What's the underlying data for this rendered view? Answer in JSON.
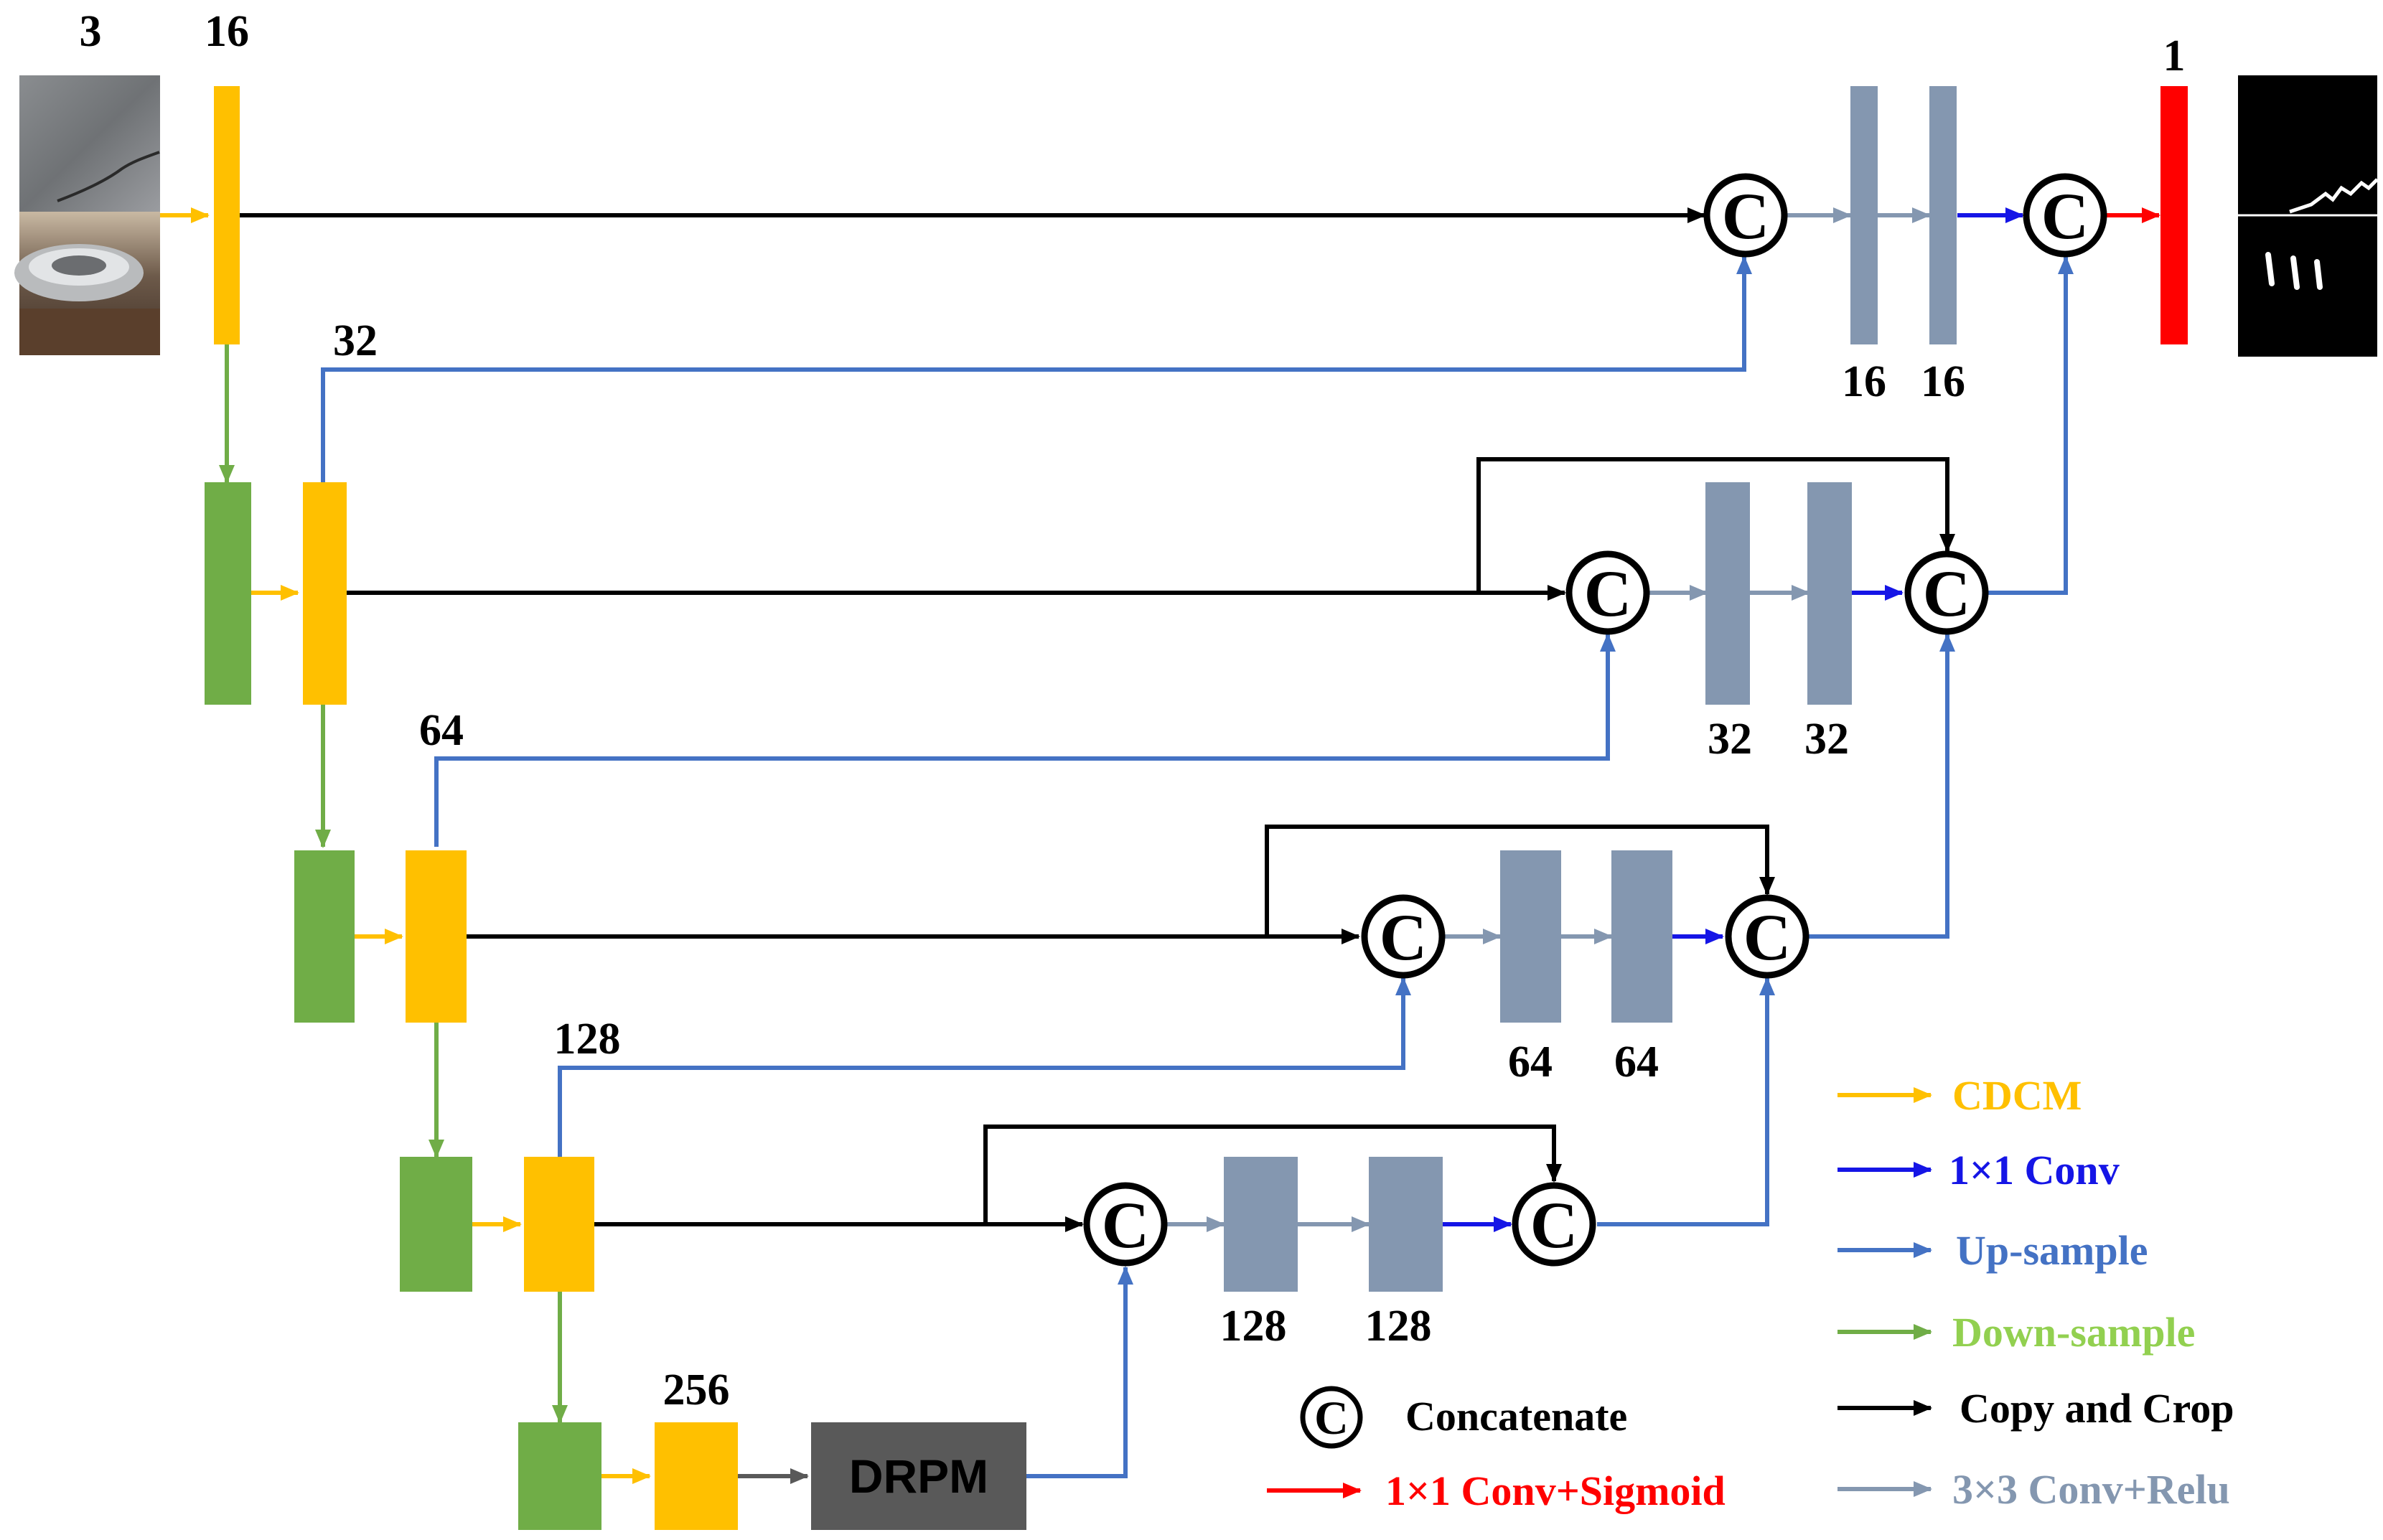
{
  "colors": {
    "cdcm": "#FFC000",
    "down": "#70AD47",
    "up": "#4472C4",
    "conv1x1": "#1515E6",
    "copy": "#000000",
    "conv3x3": "#8497B0",
    "sigmoid": "#FF0000",
    "drpm": "#595959",
    "legend_down_text": "#92D050",
    "legend_conv3x3_text": "#8497B0"
  },
  "labels": {
    "input_channels": "3",
    "enc1": "16",
    "enc2": "32",
    "enc3": "64",
    "enc4": "128",
    "enc5": "256",
    "output_channels": "1",
    "dec1a": "16",
    "dec1b": "16",
    "dec2a": "32",
    "dec2b": "32",
    "dec3a": "64",
    "dec3b": "64",
    "dec4a": "128",
    "dec4b": "128"
  },
  "concat_symbol": "C",
  "drpm_label": "DRPM",
  "legend": {
    "concatenate": "Concatenate",
    "sigmoid": "1×1 Conv+Sigmoid",
    "cdcm": "CDCM",
    "conv1x1": "1×1 Conv",
    "upsample": "Up-sample",
    "downsample": "Down-sample",
    "copy": "Copy and Crop",
    "conv3x3": "3×3 Conv+Relu"
  }
}
